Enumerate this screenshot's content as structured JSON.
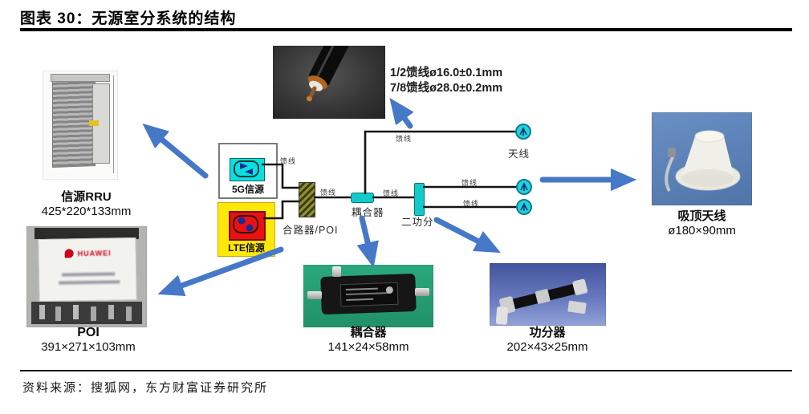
{
  "header": {
    "title": "图表 30：无源室分系统的结构"
  },
  "cable": {
    "spec_line1": "1/2馈线ø16.0±0.1mm",
    "spec_line2": "7/8馈线ø28.0±0.2mm"
  },
  "schematic": {
    "source_5g": "5G信源",
    "source_lte": "LTE信源",
    "combiner_label": "合路器/POI",
    "coupler_label": "耦合器",
    "splitter_label": "二功分",
    "antenna_label": "天线",
    "feeder_label": "馈线"
  },
  "photos": {
    "rru": {
      "name": "信源RRU",
      "dims": "425*220*133mm"
    },
    "poi": {
      "name": "POI",
      "dims": "391×271×103mm",
      "brand": "HUAWEI"
    },
    "ceiling_antenna": {
      "name": "吸顶天线",
      "dims": "ø180×90mm"
    },
    "coupler": {
      "name": "耦合器",
      "dims": "141×24×58mm"
    },
    "splitter": {
      "name": "功分器",
      "dims": "202×43×25mm"
    }
  },
  "footer": {
    "source": "资料来源：搜狐网，东方财富证券研究所"
  },
  "colors": {
    "arrow_blue": "#4678c8",
    "cyan": "#0ae0e0",
    "yellow": "#ffe80a",
    "red": "#e81212",
    "olive": "#7d7d22"
  }
}
